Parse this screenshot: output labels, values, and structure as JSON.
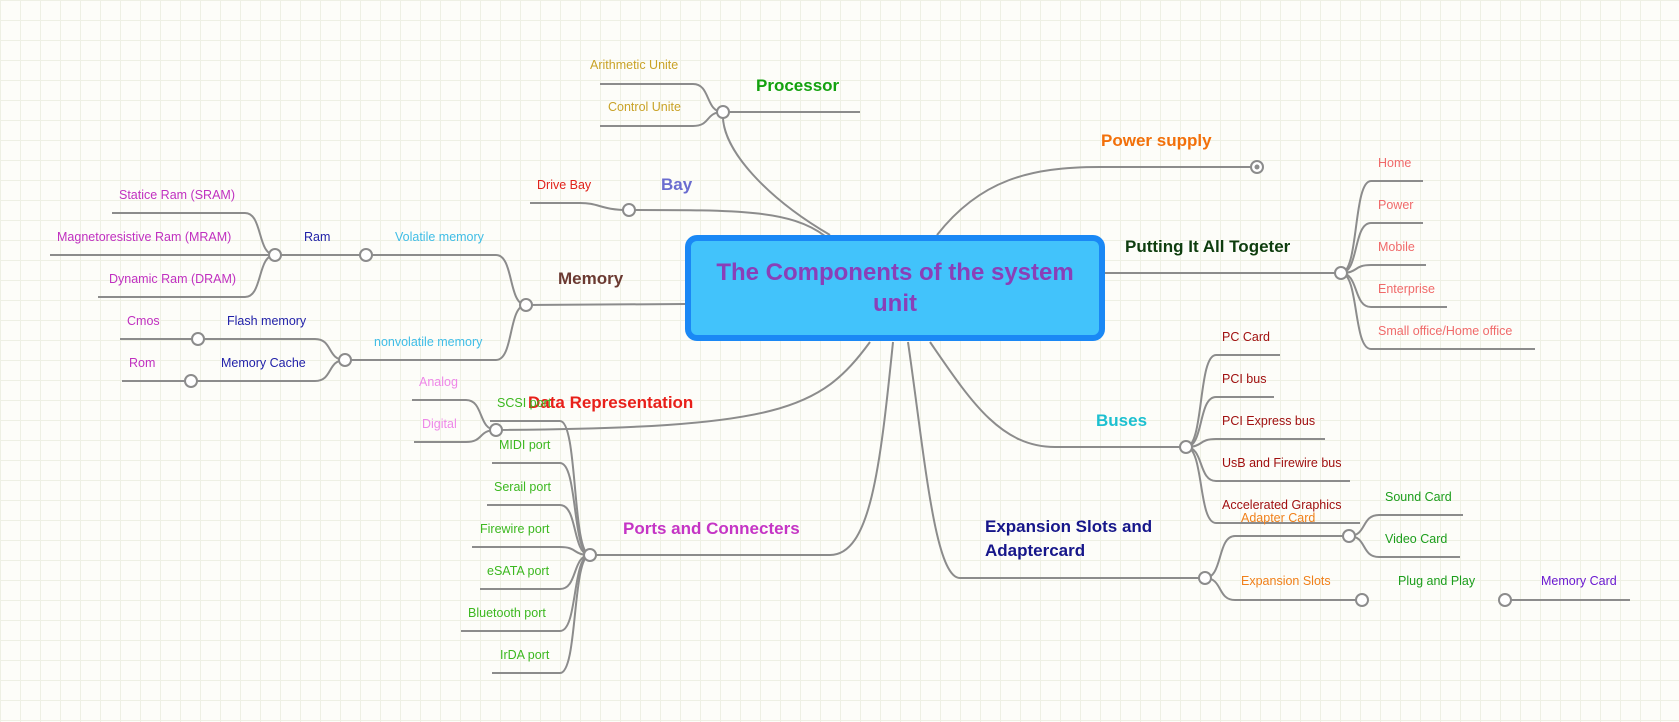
{
  "root": {
    "title": "The Components of the system unit"
  },
  "colors": {
    "line": "#8c8c8c",
    "root_fill": "#42c3fb",
    "root_border": "#1a88f5",
    "root_text": "#8a3fb8"
  },
  "branches": {
    "processor": {
      "title": "Processor",
      "color": "#13a10e",
      "children": [
        {
          "label": "Arithmetic Unite",
          "color": "#c9a227"
        },
        {
          "label": "Control Unite",
          "color": "#c9a227"
        }
      ]
    },
    "bay": {
      "title": "Bay",
      "color": "#6a6ccf",
      "children": [
        {
          "label": "Drive Bay",
          "color": "#e0221a"
        }
      ]
    },
    "memory": {
      "title": "Memory",
      "color": "#6b3a32",
      "volatile": {
        "label": "Volatile memory",
        "color": "#3fbde6"
      },
      "ram": {
        "label": "Ram",
        "color": "#1f1fa8"
      },
      "ram_types": [
        {
          "label": "Statice Ram (SRAM)",
          "color": "#c030c0"
        },
        {
          "label": "Magnetoresistive Ram (MRAM)",
          "color": "#c030c0"
        },
        {
          "label": "Dynamic Ram (DRAM)",
          "color": "#c030c0"
        }
      ],
      "nonvolatile": {
        "label": "nonvolatile memory",
        "color": "#3fbde6"
      },
      "flash": {
        "label": "Flash memory",
        "color": "#1f1fa8"
      },
      "cmos": {
        "label": "Cmos",
        "color": "#c030c0"
      },
      "cache": {
        "label": "Memory Cache",
        "color": "#1f1fa8"
      },
      "rom": {
        "label": "Rom",
        "color": "#c030c0"
      }
    },
    "data_representation": {
      "title": "Data Representation",
      "color": "#e8201a",
      "children": [
        {
          "label": "Analog",
          "color": "#ee88e8"
        },
        {
          "label": "Digital",
          "color": "#ee88e8"
        }
      ]
    },
    "ports": {
      "title": "Ports and Connecters",
      "color": "#c535c5",
      "children": [
        {
          "label": "SCSI port",
          "color": "#3cb820"
        },
        {
          "label": "MIDI port",
          "color": "#3cb820"
        },
        {
          "label": "Serail port",
          "color": "#3cb820"
        },
        {
          "label": "Firewire port",
          "color": "#3cb820"
        },
        {
          "label": "eSATA port",
          "color": "#3cb820"
        },
        {
          "label": "Bluetooth port",
          "color": "#3cb820"
        },
        {
          "label": "IrDA port",
          "color": "#3cb820"
        }
      ]
    },
    "power_supply": {
      "title": "Power supply",
      "color": "#f2700a"
    },
    "putting": {
      "title": "Putting It All Togeter",
      "color": "#0e3d0e",
      "children": [
        {
          "label": "Home",
          "color": "#f06a6a"
        },
        {
          "label": "Power",
          "color": "#f06a6a"
        },
        {
          "label": "Mobile",
          "color": "#f06a6a"
        },
        {
          "label": "Enterprise",
          "color": "#f06a6a"
        },
        {
          "label": "Small office/Home office",
          "color": "#f06a6a"
        }
      ]
    },
    "buses": {
      "title": "Buses",
      "color": "#1dc0d0",
      "children": [
        {
          "label": "PC Card",
          "color": "#a01010"
        },
        {
          "label": "PCI bus",
          "color": "#a01010"
        },
        {
          "label": "PCI Express bus",
          "color": "#a01010"
        },
        {
          "label": "UsB and Firewire bus",
          "color": "#a01010"
        },
        {
          "label": "Accelerated Graphics",
          "color": "#a01010"
        }
      ]
    },
    "expansion": {
      "title": "Expansion Slots and Adaptercard",
      "color": "#16168a",
      "adapter": {
        "label": "Adapter Card",
        "color": "#f0801a"
      },
      "adapter_children": [
        {
          "label": "Sound Card",
          "color": "#1c9e1c"
        },
        {
          "label": "Video Card",
          "color": "#1c9e1c"
        }
      ],
      "slots": {
        "label": "Expansion Slots",
        "color": "#f0801a"
      },
      "plug": {
        "label": "Plug and Play",
        "color": "#1c9e1c"
      },
      "memcard": {
        "label": "Memory Card",
        "color": "#6a1ad0"
      }
    }
  }
}
